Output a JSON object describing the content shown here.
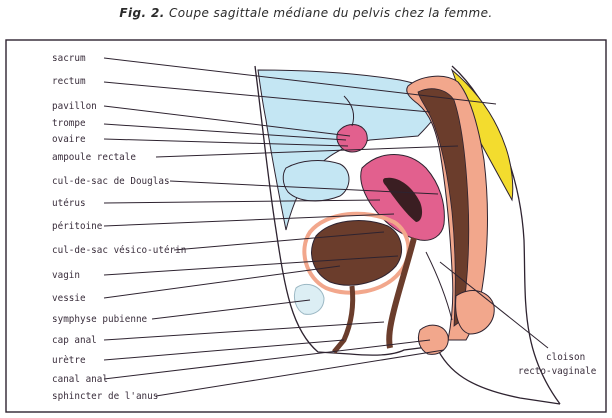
{
  "figure": {
    "fig_number": "Fig. 2.",
    "title": "Coupe sagittale médiane du pelvis chez la femme."
  },
  "labels_left": [
    "sacrum",
    "rectum",
    "pavillon",
    "trompe",
    "ovaire",
    "ampoule rectale",
    "cul-de-sac de Douglas",
    "utérus",
    "péritoine",
    "cul-de-sac vésico-utérin",
    "vagin",
    "vessie",
    "symphyse pubienne",
    "cap anal",
    "urètre",
    "canal anal",
    "sphincter de l'anus"
  ],
  "labels_right": {
    "line1": "cloison",
    "line2": "recto-vaginale"
  },
  "colors": {
    "background": "#ffffff",
    "frame": "#2e2330",
    "peritoneal_blue": "#c4e6f3",
    "tissue_salmon": "#f2a78c",
    "muscle_brown": "#6b3d2c",
    "uterus_pink": "#e2608e",
    "sacrum_yellow": "#f3dc2e",
    "pale_pink": "#f7d9d2"
  }
}
